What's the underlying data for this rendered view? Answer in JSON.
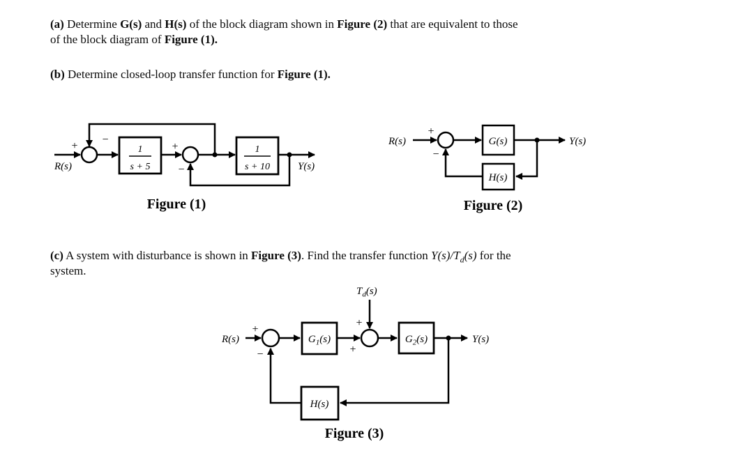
{
  "colors": {
    "background": "#ffffff",
    "ink": "#000000"
  },
  "problem": {
    "part_a": {
      "line1": {
        "b1": "(a)",
        "n1": " Determine ",
        "b2": "G(s)",
        "n2": " and ",
        "b3": "H(s)",
        "n3": " of the block diagram shown in ",
        "b4": "Figure (2)",
        "n4": " that are equivalent to those"
      },
      "line2": {
        "n1": "of the block diagram of ",
        "b1": "Figure (1)."
      }
    },
    "part_b": {
      "b1": "(b)",
      "n1": " Determine closed-loop transfer function for ",
      "b2": "Figure (1)."
    },
    "part_c": {
      "line1": {
        "b1": "(c)",
        "n1": " A system with disturbance is shown in ",
        "b2": "Figure (3)",
        "n2": ". Find the transfer function ",
        "m1": "Y(s)/T",
        "msub": "d",
        "m2": "(s)",
        "n3": " for the"
      },
      "line2": {
        "n1": "system."
      }
    }
  },
  "fig1": {
    "caption": "Figure (1)",
    "r_label": "R(s)",
    "y_label": "Y(s)",
    "sum1_plus": "+",
    "sum1_minus": "−",
    "sum2_plus": "+",
    "sum2_minus": "−",
    "block1_num": "1",
    "block1_den": "s + 5",
    "block2_num": "1",
    "block2_den": "s + 10"
  },
  "fig2": {
    "caption": "Figure (2)",
    "r_label": "R(s)",
    "y_label": "Y(s)",
    "sum_plus": "+",
    "sum_minus": "−",
    "g_block": "G(s)",
    "h_block": "H(s)"
  },
  "fig3": {
    "caption": "Figure (3)",
    "r_label": "R(s)",
    "y_label": "Y(s)",
    "td_main": "T",
    "td_sub": "d",
    "td_paren": "(s)",
    "sum1_plus": "+",
    "sum1_minus": "−",
    "sum2_plus_top": "+",
    "sum2_plus_left": "+",
    "g1_main": "G",
    "g1_sub": "1",
    "g1_paren": "(s)",
    "g2_main": "G",
    "g2_sub": "2",
    "g2_paren": "(s)",
    "h_block": "H(s)"
  }
}
